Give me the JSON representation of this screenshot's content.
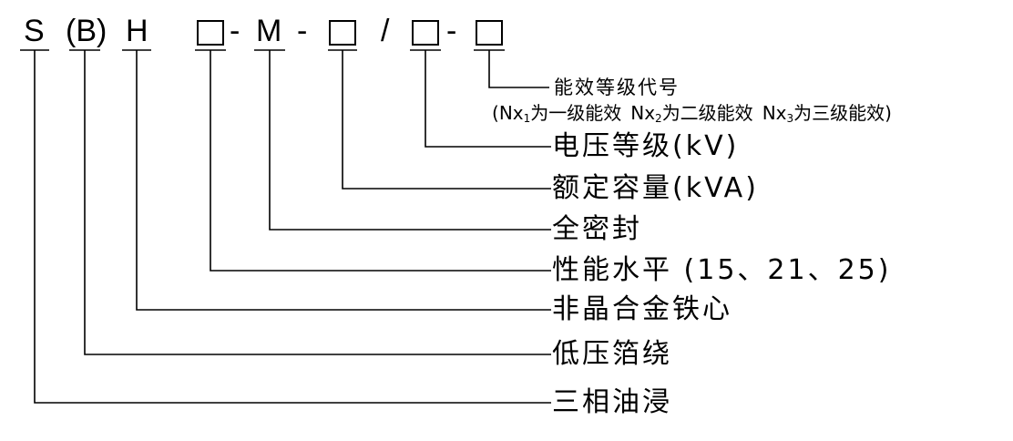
{
  "code": {
    "s": "S",
    "b": "(B)",
    "h": "H",
    "m": "M",
    "dash1": "-",
    "dash2": "-",
    "slash": "/",
    "dash3": "-"
  },
  "labels": {
    "efficiency_code": "能效等级代号",
    "efficiency_note": {
      "open": "(",
      "nx": "Nx",
      "sub1": "1",
      "level1": "为一级能效",
      "sub2": "2",
      "level2": "为二级能效",
      "sub3": "3",
      "level3": "为三级能效",
      "close": ")"
    },
    "voltage": "电压等级(kV)",
    "capacity": "额定容量(kVA)",
    "sealed": "全密封",
    "performance": "性能水平 (15、21、25)",
    "amorphous": "非晶合金铁心",
    "foil": "低压箔绕",
    "oil": "三相油浸"
  }
}
